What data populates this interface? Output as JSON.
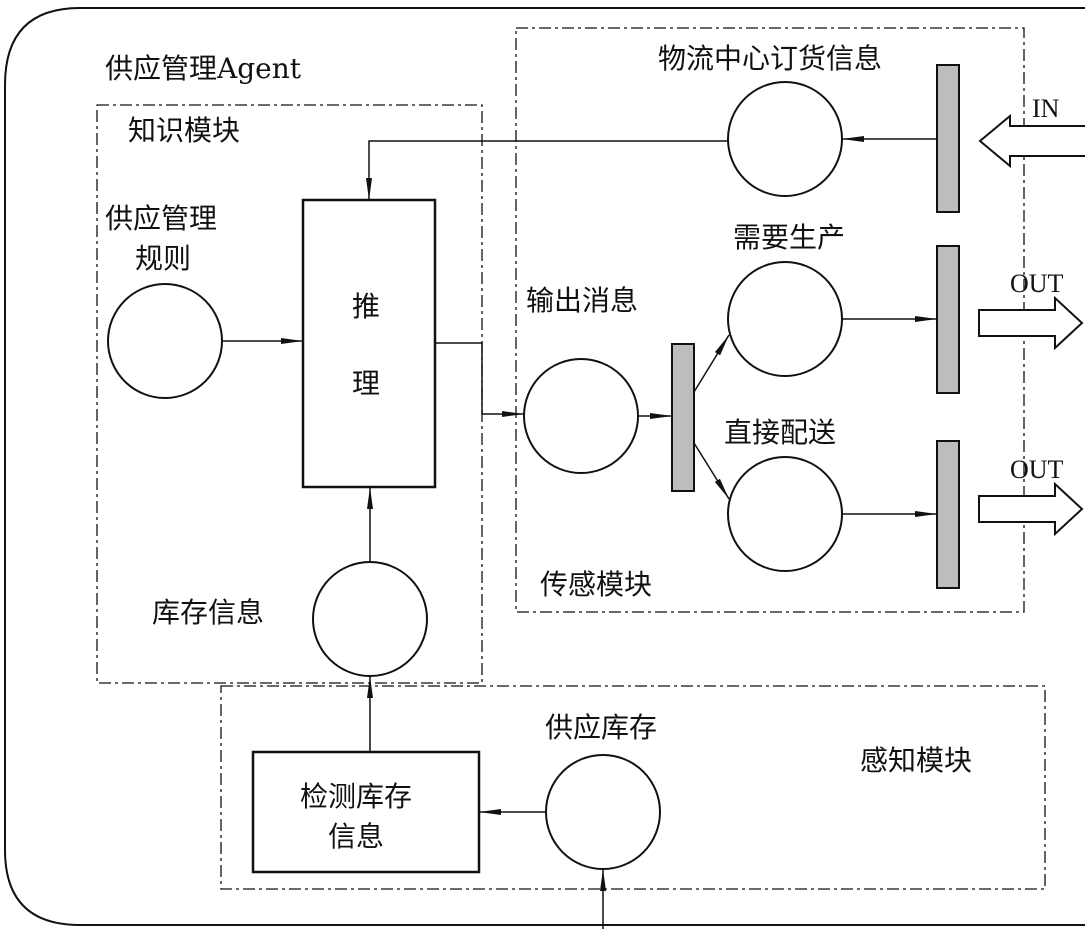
{
  "agent_title": "供应管理Agent",
  "knowledge_module": {
    "title": "知识模块",
    "rules_label_line1": "供应管理",
    "rules_label_line2": "规则",
    "reasoning_char1": "推",
    "reasoning_char2": "理",
    "inventory_label": "库存信息"
  },
  "sensor_module": {
    "title": "传感模块",
    "order_info_label": "物流中心订货信息",
    "output_msg_label": "输出消息",
    "need_production_label": "需要生产",
    "direct_delivery_label": "直接配送"
  },
  "perception_module": {
    "title": "感知模块",
    "supply_inventory_label": "供应库存",
    "detect_line1": "检测库存",
    "detect_line2": "信息"
  },
  "io": {
    "in_label": "IN",
    "out1_label": "OUT",
    "out2_label": "OUT"
  },
  "colors": {
    "stroke": "#111111",
    "transition_fill": "#bdbdbd"
  }
}
